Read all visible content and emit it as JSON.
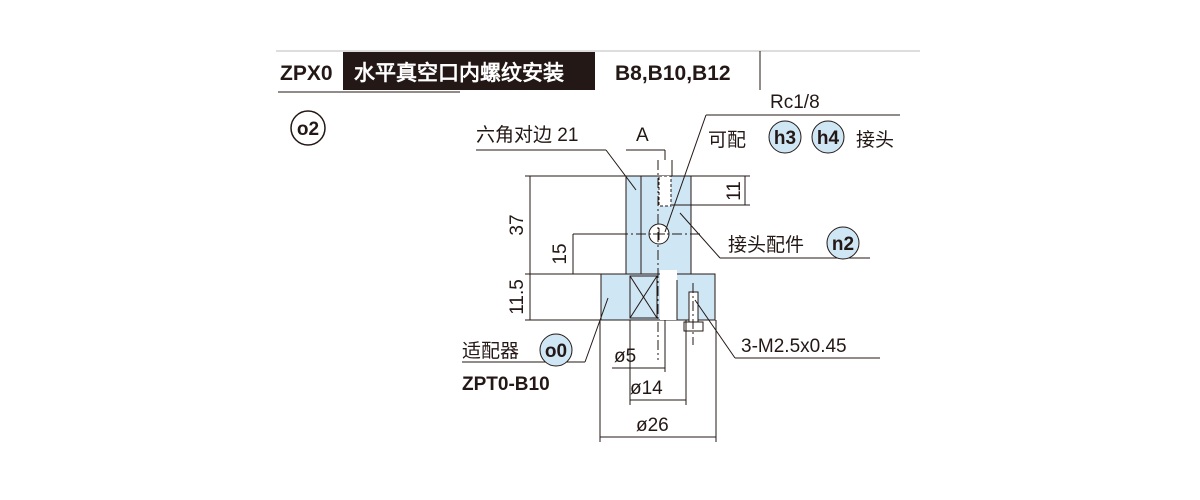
{
  "header": {
    "model": "ZPX0",
    "title": "水平真空口内螺纹安装",
    "sizes": "B8,B10,B12",
    "accent_bg": "#231815"
  },
  "section_badge": "o2",
  "labels": {
    "hex_across_flats": "六角对边 21",
    "view_a": "A",
    "port_thread": "Rc1/8",
    "compatible_prefix": "可配",
    "badge_h3": "h3",
    "badge_h4": "h4",
    "compatible_suffix": "接头",
    "fitting_parts": "接头配件",
    "badge_n2": "n2",
    "adapter": "适配器",
    "badge_o0": "o0",
    "adapter_model": "ZPT0-B10",
    "screw": "3-M2.5x0.45"
  },
  "dimensions": {
    "height_total": "37",
    "height_port": "15",
    "height_flange": "11.5",
    "port_offset": "11",
    "dia_5": "ø5",
    "dia_14": "ø14",
    "dia_26": "ø26"
  },
  "colors": {
    "part_fill": "#cfe6f5",
    "line": "#231815"
  }
}
